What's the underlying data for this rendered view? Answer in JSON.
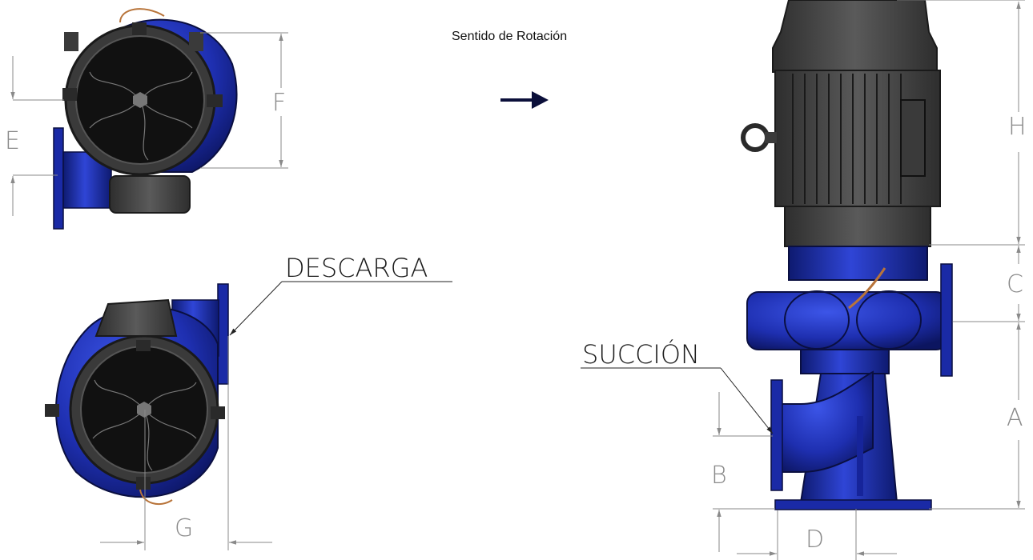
{
  "rotation": {
    "label": "Sentido de Rotación"
  },
  "callouts": {
    "discharge": "DESCARGA",
    "suction": "SUCCIÓN"
  },
  "dimensions": {
    "A": "A",
    "B": "B",
    "C": "C",
    "D": "D",
    "E": "E",
    "F": "F",
    "G": "G",
    "H": "H"
  },
  "colors": {
    "pump_blue": "#1e2fb0",
    "pump_blue_dark": "#0e1a70",
    "motor_gray": "#4a4a4a",
    "motor_dark": "#2a2a2a",
    "dimension_line": "#8a8a8a",
    "arrow": "#0b0f3a"
  }
}
